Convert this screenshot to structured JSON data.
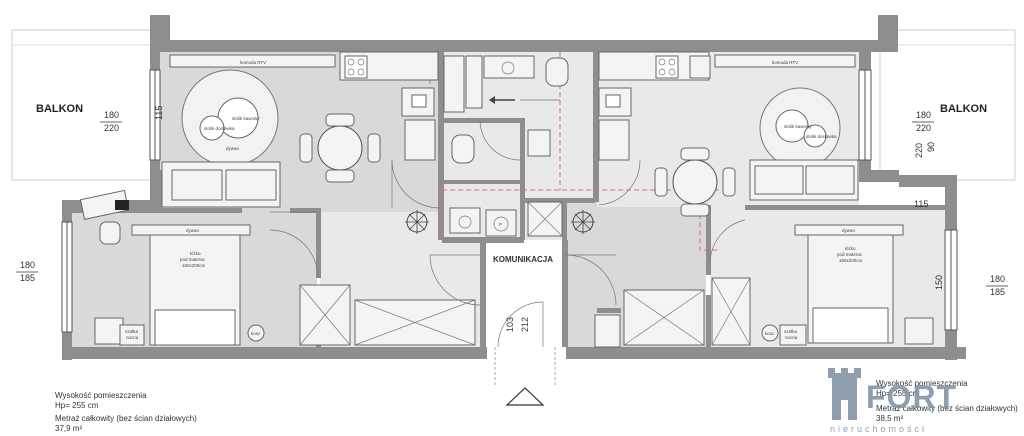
{
  "left_unit": {
    "balcony_label": "BALKON",
    "balcony_dim_top": "180",
    "balcony_dim_bottom": "220",
    "window_dim": "115",
    "side_dim_top": "180",
    "side_dim_bottom": "185",
    "kitchen_label": "komoda RTV",
    "table_label": "stolik kawowy",
    "pouf_label": "stolik dostawka",
    "rug_label": "dywan",
    "bedroom_rug_label": "dywan",
    "bed_label_line1": "łóżko",
    "bed_label_line2": "pod materac",
    "bed_label_line3": "160x200cm",
    "nightstand_label_line1": "szafka",
    "nightstand_label_line2": "nocna",
    "plant_label": "kosz",
    "pralka_label": "P",
    "height_title": "Wysokość pomieszczenia",
    "height_value": "Hp= 255 cm",
    "area_title": "Metraż całkowity (bez ścian działowych)",
    "area_value": "37,9 m²"
  },
  "right_unit": {
    "balcony_label": "BALKON",
    "balcony_dim_top": "180",
    "balcony_dim_bottom": "220",
    "window_dim": "115",
    "vertical_dim_1": "90",
    "vertical_dim_2": "220",
    "side_dim_top": "180",
    "side_dim_bottom": "185",
    "side_window_dim": "150",
    "kitchen_label": "komoda RTV",
    "table_label": "stolik kawowy",
    "pouf_label": "stolik dostawka",
    "bedroom_rug_label": "dywan",
    "bed_label_line1": "łóżko",
    "bed_label_line2": "pod materac",
    "bed_label_line3": "160x200cm",
    "nightstand_label_line1": "szafka",
    "nightstand_label_line2": "nocna",
    "plant_label": "kosz",
    "height_title": "Wysokość pomieszczenia",
    "height_value": "Hp= 255 cm",
    "area_title": "Metraż całkowity (bez ścian działowych)",
    "area_value": "38,5 m²"
  },
  "corridor": {
    "label": "KOMUNIKACJA",
    "door_width": "103",
    "door_height": "212"
  },
  "logo": {
    "name": "FORT",
    "subtitle": "nieruchomości",
    "color": "#7d8fa3"
  }
}
